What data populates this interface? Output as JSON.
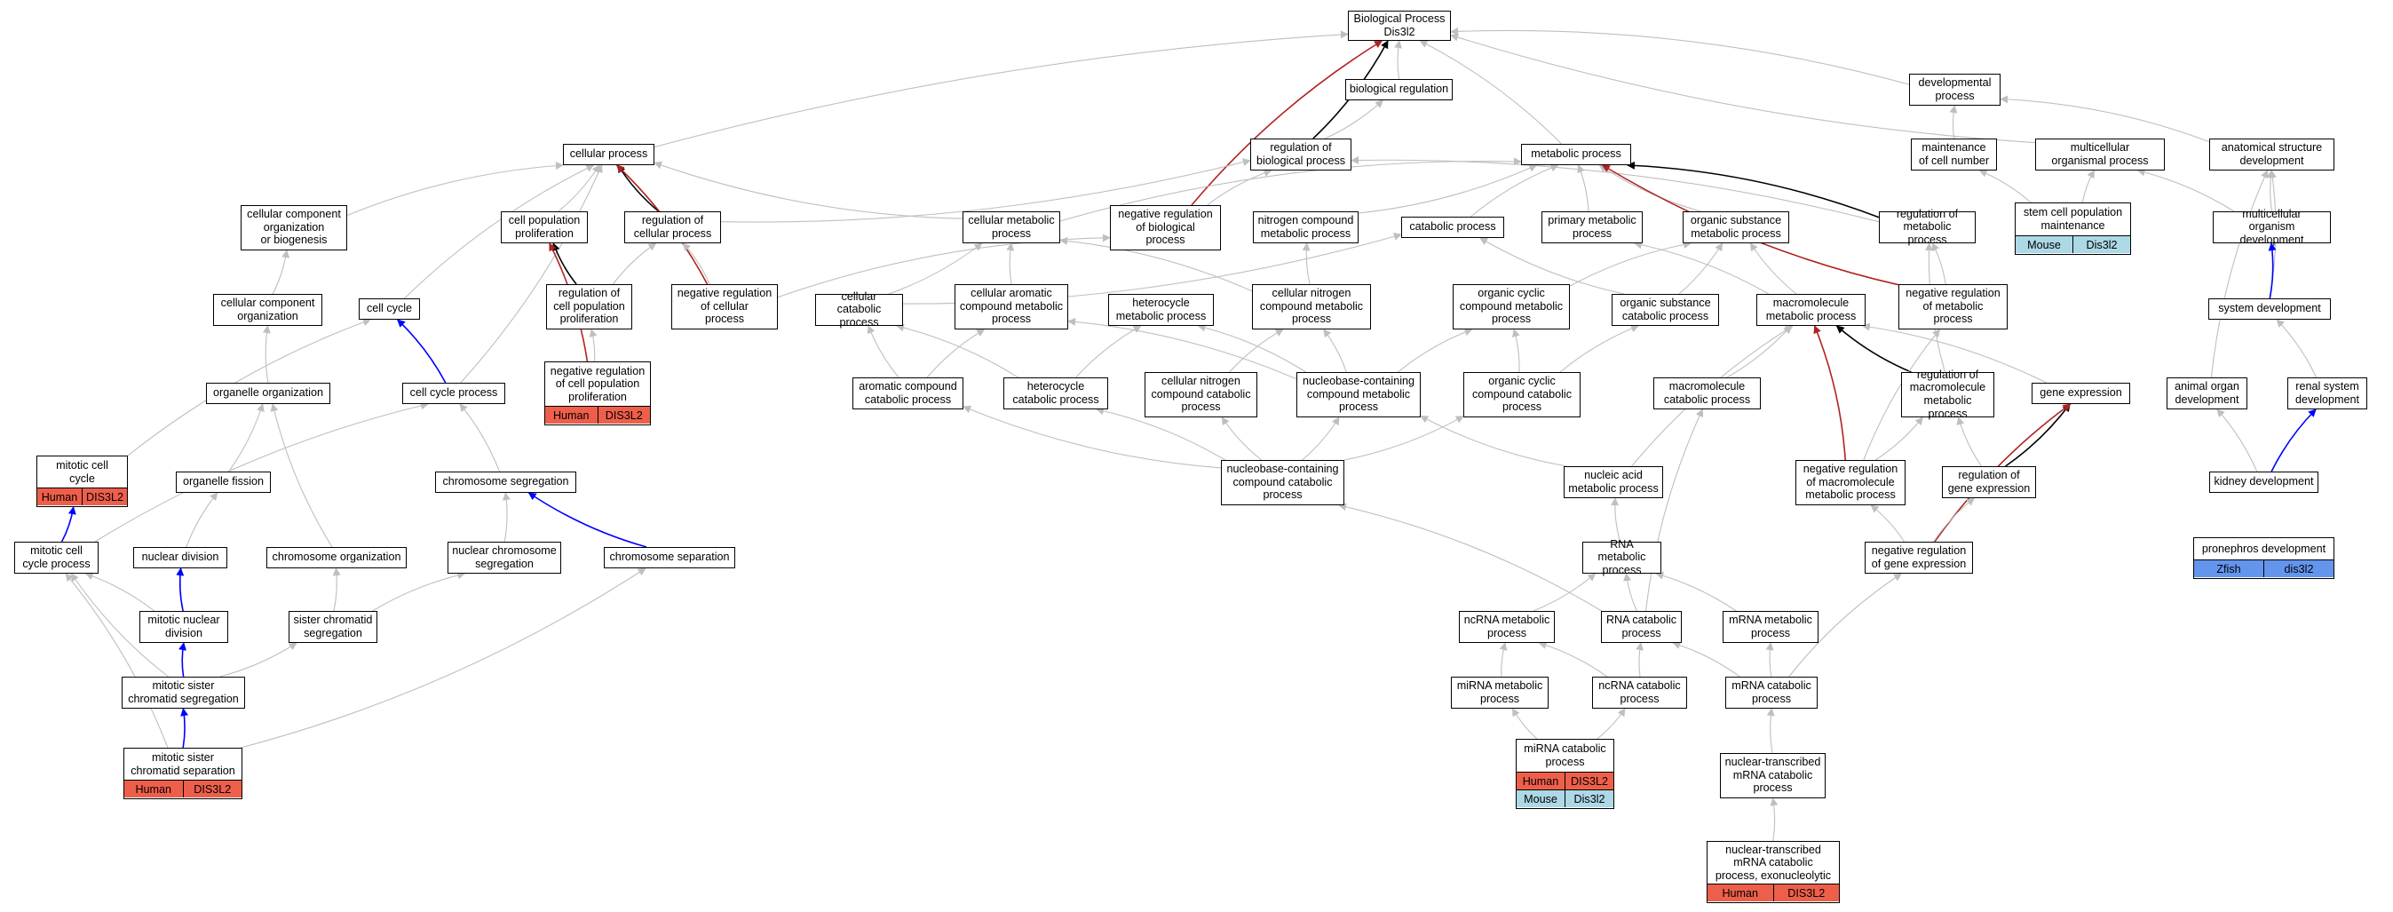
{
  "colors": {
    "edge_default": "#bfbfbf",
    "edge_black": "#000000",
    "edge_red": "#b22222",
    "edge_blue": "#0000ff",
    "human": "#ee5f4b",
    "mouse": "#add8e6",
    "zfish": "#6495ed"
  },
  "nodes": [
    {
      "id": "bp",
      "label": "Biological Process\nDis3l2"
    },
    {
      "id": "bioreg",
      "label": "biological regulation"
    },
    {
      "id": "devproc",
      "label": "developmental\nprocess"
    },
    {
      "id": "cellproc",
      "label": "cellular process"
    },
    {
      "id": "regbio",
      "label": "regulation of\nbiological process"
    },
    {
      "id": "metab",
      "label": "metabolic process"
    },
    {
      "id": "maint",
      "label": "maintenance\nof cell number"
    },
    {
      "id": "multiorg",
      "label": "multicellular\norganismal process"
    },
    {
      "id": "anatdev",
      "label": "anatomical structure\ndevelopment"
    },
    {
      "id": "ccorg",
      "label": "cellular component\norganization\nor biogenesis"
    },
    {
      "id": "cellpop",
      "label": "cell population\nproliferation"
    },
    {
      "id": "regcell",
      "label": "regulation of\ncellular process"
    },
    {
      "id": "cellmet",
      "label": "cellular metabolic\nprocess"
    },
    {
      "id": "negregbio",
      "label": "negative regulation\nof biological\nprocess"
    },
    {
      "id": "nitro",
      "label": "nitrogen compound\nmetabolic process"
    },
    {
      "id": "catab",
      "label": "catabolic process"
    },
    {
      "id": "primet",
      "label": "primary metabolic\nprocess"
    },
    {
      "id": "orgsub",
      "label": "organic substance\nmetabolic process"
    },
    {
      "id": "regmet",
      "label": "regulation of\nmetabolic process"
    },
    {
      "id": "stemcell",
      "label": "stem cell population\nmaintenance",
      "annos": [
        {
          "species": "Mouse",
          "gene": "Dis3l2",
          "color_key": "mouse"
        }
      ]
    },
    {
      "id": "multidev",
      "label": "multicellular\norganism development"
    },
    {
      "id": "ccorg2",
      "label": "cellular component\norganization"
    },
    {
      "id": "cellcycle",
      "label": "cell cycle"
    },
    {
      "id": "regpop",
      "label": "regulation of\ncell population\nproliferation"
    },
    {
      "id": "negregcell",
      "label": "negative regulation\nof cellular\nprocess"
    },
    {
      "id": "cellcat",
      "label": "cellular catabolic\nprocess"
    },
    {
      "id": "cellarom",
      "label": "cellular aromatic\ncompound metabolic\nprocess"
    },
    {
      "id": "hetmet",
      "label": "heterocycle\nmetabolic process"
    },
    {
      "id": "cellnitro",
      "label": "cellular nitrogen\ncompound metabolic\nprocess"
    },
    {
      "id": "orgcyc",
      "label": "organic cyclic\ncompound metabolic\nprocess"
    },
    {
      "id": "orgsubcat",
      "label": "organic substance\ncatabolic process"
    },
    {
      "id": "macromet",
      "label": "macromolecule\nmetabolic process"
    },
    {
      "id": "negregmet",
      "label": "negative regulation\nof metabolic\nprocess"
    },
    {
      "id": "sysdev",
      "label": "system development"
    },
    {
      "id": "orgorg",
      "label": "organelle organization"
    },
    {
      "id": "cellcycleproc",
      "label": "cell cycle process"
    },
    {
      "id": "negregpop",
      "label": "negative regulation\nof cell population\nproliferation",
      "annos": [
        {
          "species": "Human",
          "gene": "DIS3L2",
          "color_key": "human"
        }
      ]
    },
    {
      "id": "aromcat",
      "label": "aromatic compound\ncatabolic process"
    },
    {
      "id": "hetcat",
      "label": "heterocycle\ncatabolic process"
    },
    {
      "id": "cellnitrocat",
      "label": "cellular nitrogen\ncompound catabolic\nprocess"
    },
    {
      "id": "nucbase",
      "label": "nucleobase-containing\ncompound metabolic\nprocess"
    },
    {
      "id": "orgcyccat",
      "label": "organic cyclic\ncompound catabolic\nprocess"
    },
    {
      "id": "macrocat",
      "label": "macromolecule\ncatabolic process"
    },
    {
      "id": "regmacro",
      "label": "regulation of\nmacromolecule\nmetabolic process"
    },
    {
      "id": "geneexp",
      "label": "gene expression"
    },
    {
      "id": "animorg",
      "label": "animal organ\ndevelopment"
    },
    {
      "id": "renal",
      "label": "renal system\ndevelopment"
    },
    {
      "id": "mitcycle",
      "label": "mitotic cell\ncycle",
      "annos": [
        {
          "species": "Human",
          "gene": "DIS3L2",
          "color_key": "human"
        }
      ]
    },
    {
      "id": "orgfis",
      "label": "organelle fission"
    },
    {
      "id": "chromseg",
      "label": "chromosome segregation"
    },
    {
      "id": "nucbasecat",
      "label": "nucleobase-containing\ncompound catabolic\nprocess"
    },
    {
      "id": "nucacid",
      "label": "nucleic acid\nmetabolic process"
    },
    {
      "id": "negregmacro",
      "label": "negative regulation\nof macromolecule\nmetabolic process"
    },
    {
      "id": "reggene",
      "label": "regulation of\ngene expression"
    },
    {
      "id": "kidney",
      "label": "kidney development"
    },
    {
      "id": "mitproc",
      "label": "mitotic cell\ncycle process"
    },
    {
      "id": "nucdiv",
      "label": "nuclear division"
    },
    {
      "id": "chromorg",
      "label": "chromosome organization"
    },
    {
      "id": "nucchromseg",
      "label": "nuclear chromosome\nsegregation"
    },
    {
      "id": "chromsep",
      "label": "chromosome separation"
    },
    {
      "id": "pronephros",
      "label": "pronephros development",
      "annos": [
        {
          "species": "Zfish",
          "gene": "dis3l2",
          "color_key": "zfish"
        }
      ]
    },
    {
      "id": "negreggene",
      "label": "negative regulation\nof gene expression"
    },
    {
      "id": "rnamet",
      "label": "RNA metabolic\nprocess"
    },
    {
      "id": "mitnucdiv",
      "label": "mitotic nuclear\ndivision"
    },
    {
      "id": "sischrom",
      "label": "sister chromatid\nsegregation"
    },
    {
      "id": "ncrnamet",
      "label": "ncRNA metabolic\nprocess"
    },
    {
      "id": "rnacat",
      "label": "RNA catabolic\nprocess"
    },
    {
      "id": "mrnamet",
      "label": "mRNA metabolic\nprocess"
    },
    {
      "id": "mitsis",
      "label": "mitotic sister\nchromatid segregation"
    },
    {
      "id": "mirnamet",
      "label": "miRNA metabolic\nprocess"
    },
    {
      "id": "ncrnacat",
      "label": "ncRNA catabolic\nprocess"
    },
    {
      "id": "mrnacat",
      "label": "mRNA catabolic\nprocess"
    },
    {
      "id": "mitsissep",
      "label": "mitotic sister\nchromatid separation",
      "annos": [
        {
          "species": "Human",
          "gene": "DIS3L2",
          "color_key": "human"
        }
      ]
    },
    {
      "id": "mirnacat",
      "label": "miRNA catabolic\nprocess",
      "annos": [
        {
          "species": "Human",
          "gene": "DIS3L2",
          "color_key": "human"
        },
        {
          "species": "Mouse",
          "gene": "Dis3l2",
          "color_key": "mouse"
        }
      ]
    },
    {
      "id": "nuctrans",
      "label": "nuclear-transcribed\nmRNA catabolic\nprocess"
    },
    {
      "id": "nuctransexo",
      "label": "nuclear-transcribed\nmRNA catabolic\nprocess, exonucleolytic",
      "annos": [
        {
          "species": "Human",
          "gene": "DIS3L2",
          "color_key": "human"
        }
      ]
    }
  ],
  "edges": [
    {
      "from": "bioreg",
      "to": "bp",
      "kind": "default"
    },
    {
      "from": "devproc",
      "to": "bp",
      "kind": "default"
    },
    {
      "from": "cellproc",
      "to": "bp",
      "kind": "default"
    },
    {
      "from": "metab",
      "to": "bp",
      "kind": "default"
    },
    {
      "from": "multiorg",
      "to": "bp",
      "kind": "default"
    },
    {
      "from": "regbio",
      "to": "bp",
      "kind": "black"
    },
    {
      "from": "negregbio",
      "to": "bp",
      "kind": "red"
    },
    {
      "from": "regbio",
      "to": "bioreg",
      "kind": "default"
    },
    {
      "from": "maint",
      "to": "devproc",
      "kind": "default"
    },
    {
      "from": "anatdev",
      "to": "devproc",
      "kind": "default"
    },
    {
      "from": "regcell",
      "to": "cellproc",
      "kind": "black"
    },
    {
      "from": "negregcell",
      "to": "cellproc",
      "kind": "red"
    },
    {
      "from": "ccorg",
      "to": "cellproc",
      "kind": "default"
    },
    {
      "from": "cellpop",
      "to": "cellproc",
      "kind": "default"
    },
    {
      "from": "cellcycle",
      "to": "cellproc",
      "kind": "default"
    },
    {
      "from": "cellcycleproc",
      "to": "cellproc",
      "kind": "default"
    },
    {
      "from": "cellmet",
      "to": "cellproc",
      "kind": "default"
    },
    {
      "from": "regcell",
      "to": "regbio",
      "kind": "default"
    },
    {
      "from": "negregbio",
      "to": "regbio",
      "kind": "default"
    },
    {
      "from": "regmet",
      "to": "regbio",
      "kind": "default"
    },
    {
      "from": "cellmet",
      "to": "metab",
      "kind": "default"
    },
    {
      "from": "nitro",
      "to": "metab",
      "kind": "default"
    },
    {
      "from": "catab",
      "to": "metab",
      "kind": "default"
    },
    {
      "from": "primet",
      "to": "metab",
      "kind": "default"
    },
    {
      "from": "orgsub",
      "to": "metab",
      "kind": "default"
    },
    {
      "from": "regmet",
      "to": "metab",
      "kind": "black"
    },
    {
      "from": "negregmet",
      "to": "metab",
      "kind": "red"
    },
    {
      "from": "stemcell",
      "to": "maint",
      "kind": "default"
    },
    {
      "from": "stemcell",
      "to": "multiorg",
      "kind": "default"
    },
    {
      "from": "multidev",
      "to": "multiorg",
      "kind": "default"
    },
    {
      "from": "multidev",
      "to": "anatdev",
      "kind": "default"
    },
    {
      "from": "sysdev",
      "to": "anatdev",
      "kind": "default"
    },
    {
      "from": "animorg",
      "to": "anatdev",
      "kind": "default"
    },
    {
      "from": "ccorg2",
      "to": "ccorg",
      "kind": "default"
    },
    {
      "from": "regpop",
      "to": "cellpop",
      "kind": "black"
    },
    {
      "from": "negregpop",
      "to": "cellpop",
      "kind": "red"
    },
    {
      "from": "regpop",
      "to": "regcell",
      "kind": "default"
    },
    {
      "from": "negregcell",
      "to": "regcell",
      "kind": "default"
    },
    {
      "from": "negregcell",
      "to": "negregbio",
      "kind": "default"
    },
    {
      "from": "cellcat",
      "to": "cellmet",
      "kind": "default"
    },
    {
      "from": "cellarom",
      "to": "cellmet",
      "kind": "default"
    },
    {
      "from": "cellnitro",
      "to": "cellmet",
      "kind": "default"
    },
    {
      "from": "cellnitro",
      "to": "nitro",
      "kind": "default"
    },
    {
      "from": "cellcat",
      "to": "catab",
      "kind": "default"
    },
    {
      "from": "orgsubcat",
      "to": "catab",
      "kind": "default"
    },
    {
      "from": "macromet",
      "to": "primet",
      "kind": "default"
    },
    {
      "from": "orgcyc",
      "to": "orgsub",
      "kind": "default"
    },
    {
      "from": "orgsubcat",
      "to": "orgsub",
      "kind": "default"
    },
    {
      "from": "macromet",
      "to": "orgsub",
      "kind": "default"
    },
    {
      "from": "negregmet",
      "to": "regmet",
      "kind": "default"
    },
    {
      "from": "regmacro",
      "to": "regmet",
      "kind": "default"
    },
    {
      "from": "sysdev",
      "to": "multidev",
      "kind": "blue"
    },
    {
      "from": "orgorg",
      "to": "ccorg2",
      "kind": "default"
    },
    {
      "from": "cellcycleproc",
      "to": "cellcycle",
      "kind": "blue"
    },
    {
      "from": "mitcycle",
      "to": "cellcycle",
      "kind": "default"
    },
    {
      "from": "negregpop",
      "to": "regpop",
      "kind": "default"
    },
    {
      "from": "aromcat",
      "to": "cellcat",
      "kind": "default"
    },
    {
      "from": "hetcat",
      "to": "cellcat",
      "kind": "default"
    },
    {
      "from": "aromcat",
      "to": "cellarom",
      "kind": "default"
    },
    {
      "from": "nucbase",
      "to": "cellarom",
      "kind": "default"
    },
    {
      "from": "hetcat",
      "to": "hetmet",
      "kind": "default"
    },
    {
      "from": "nucbase",
      "to": "hetmet",
      "kind": "default"
    },
    {
      "from": "cellnitrocat",
      "to": "cellnitro",
      "kind": "default"
    },
    {
      "from": "nucbase",
      "to": "cellnitro",
      "kind": "default"
    },
    {
      "from": "nucbase",
      "to": "orgcyc",
      "kind": "default"
    },
    {
      "from": "orgcyccat",
      "to": "orgcyc",
      "kind": "default"
    },
    {
      "from": "orgcyccat",
      "to": "orgsubcat",
      "kind": "default"
    },
    {
      "from": "macrocat",
      "to": "macromet",
      "kind": "default"
    },
    {
      "from": "nucacid",
      "to": "macromet",
      "kind": "default"
    },
    {
      "from": "geneexp",
      "to": "macromet",
      "kind": "default"
    },
    {
      "from": "regmacro",
      "to": "macromet",
      "kind": "black"
    },
    {
      "from": "negregmacro",
      "to": "macromet",
      "kind": "red"
    },
    {
      "from": "negregmacro",
      "to": "negregmet",
      "kind": "default"
    },
    {
      "from": "renal",
      "to": "sysdev",
      "kind": "default"
    },
    {
      "from": "chromorg",
      "to": "orgorg",
      "kind": "default"
    },
    {
      "from": "orgfis",
      "to": "orgorg",
      "kind": "default"
    },
    {
      "from": "mitproc",
      "to": "cellcycleproc",
      "kind": "default"
    },
    {
      "from": "chromseg",
      "to": "cellcycleproc",
      "kind": "default"
    },
    {
      "from": "nucbasecat",
      "to": "aromcat",
      "kind": "default"
    },
    {
      "from": "nucbasecat",
      "to": "hetcat",
      "kind": "default"
    },
    {
      "from": "nucbasecat",
      "to": "cellnitrocat",
      "kind": "default"
    },
    {
      "from": "nucbasecat",
      "to": "nucbase",
      "kind": "default"
    },
    {
      "from": "nucacid",
      "to": "nucbase",
      "kind": "default"
    },
    {
      "from": "nucbasecat",
      "to": "orgcyccat",
      "kind": "default"
    },
    {
      "from": "rnacat",
      "to": "macrocat",
      "kind": "default"
    },
    {
      "from": "negregmacro",
      "to": "regmacro",
      "kind": "default"
    },
    {
      "from": "reggene",
      "to": "regmacro",
      "kind": "default"
    },
    {
      "from": "reggene",
      "to": "geneexp",
      "kind": "black"
    },
    {
      "from": "negreggene",
      "to": "geneexp",
      "kind": "red"
    },
    {
      "from": "kidney",
      "to": "animorg",
      "kind": "default"
    },
    {
      "from": "kidney",
      "to": "renal",
      "kind": "blue"
    },
    {
      "from": "mitproc",
      "to": "mitcycle",
      "kind": "blue"
    },
    {
      "from": "nucdiv",
      "to": "orgfis",
      "kind": "default"
    },
    {
      "from": "nucchromseg",
      "to": "chromseg",
      "kind": "default"
    },
    {
      "from": "chromsep",
      "to": "chromseg",
      "kind": "blue"
    },
    {
      "from": "rnacat",
      "to": "nucbasecat",
      "kind": "default"
    },
    {
      "from": "rnamet",
      "to": "nucacid",
      "kind": "default"
    },
    {
      "from": "negreggene",
      "to": "negregmacro",
      "kind": "default"
    },
    {
      "from": "negreggene",
      "to": "reggene",
      "kind": "default"
    },
    {
      "from": "mitnucdiv",
      "to": "mitproc",
      "kind": "default"
    },
    {
      "from": "mitsis",
      "to": "mitproc",
      "kind": "default"
    },
    {
      "from": "mitsissep",
      "to": "mitproc",
      "kind": "default"
    },
    {
      "from": "mitnucdiv",
      "to": "nucdiv",
      "kind": "blue"
    },
    {
      "from": "sischrom",
      "to": "chromorg",
      "kind": "default"
    },
    {
      "from": "sischrom",
      "to": "nucchromseg",
      "kind": "default"
    },
    {
      "from": "mitsissep",
      "to": "chromsep",
      "kind": "default"
    },
    {
      "from": "mrnacat",
      "to": "negreggene",
      "kind": "default"
    },
    {
      "from": "ncrnamet",
      "to": "rnamet",
      "kind": "default"
    },
    {
      "from": "rnacat",
      "to": "rnamet",
      "kind": "default"
    },
    {
      "from": "mrnamet",
      "to": "rnamet",
      "kind": "default"
    },
    {
      "from": "mitsis",
      "to": "mitnucdiv",
      "kind": "blue"
    },
    {
      "from": "mitsis",
      "to": "sischrom",
      "kind": "default"
    },
    {
      "from": "mirnamet",
      "to": "ncrnamet",
      "kind": "default"
    },
    {
      "from": "ncrnacat",
      "to": "ncrnamet",
      "kind": "default"
    },
    {
      "from": "ncrnacat",
      "to": "rnacat",
      "kind": "default"
    },
    {
      "from": "mrnacat",
      "to": "rnacat",
      "kind": "default"
    },
    {
      "from": "mrnacat",
      "to": "mrnamet",
      "kind": "default"
    },
    {
      "from": "mitsissep",
      "to": "mitsis",
      "kind": "blue"
    },
    {
      "from": "mirnacat",
      "to": "mirnamet",
      "kind": "default"
    },
    {
      "from": "mirnacat",
      "to": "ncrnacat",
      "kind": "default"
    },
    {
      "from": "nuctrans",
      "to": "mrnacat",
      "kind": "default"
    },
    {
      "from": "nuctransexo",
      "to": "nuctrans",
      "kind": "default"
    }
  ]
}
